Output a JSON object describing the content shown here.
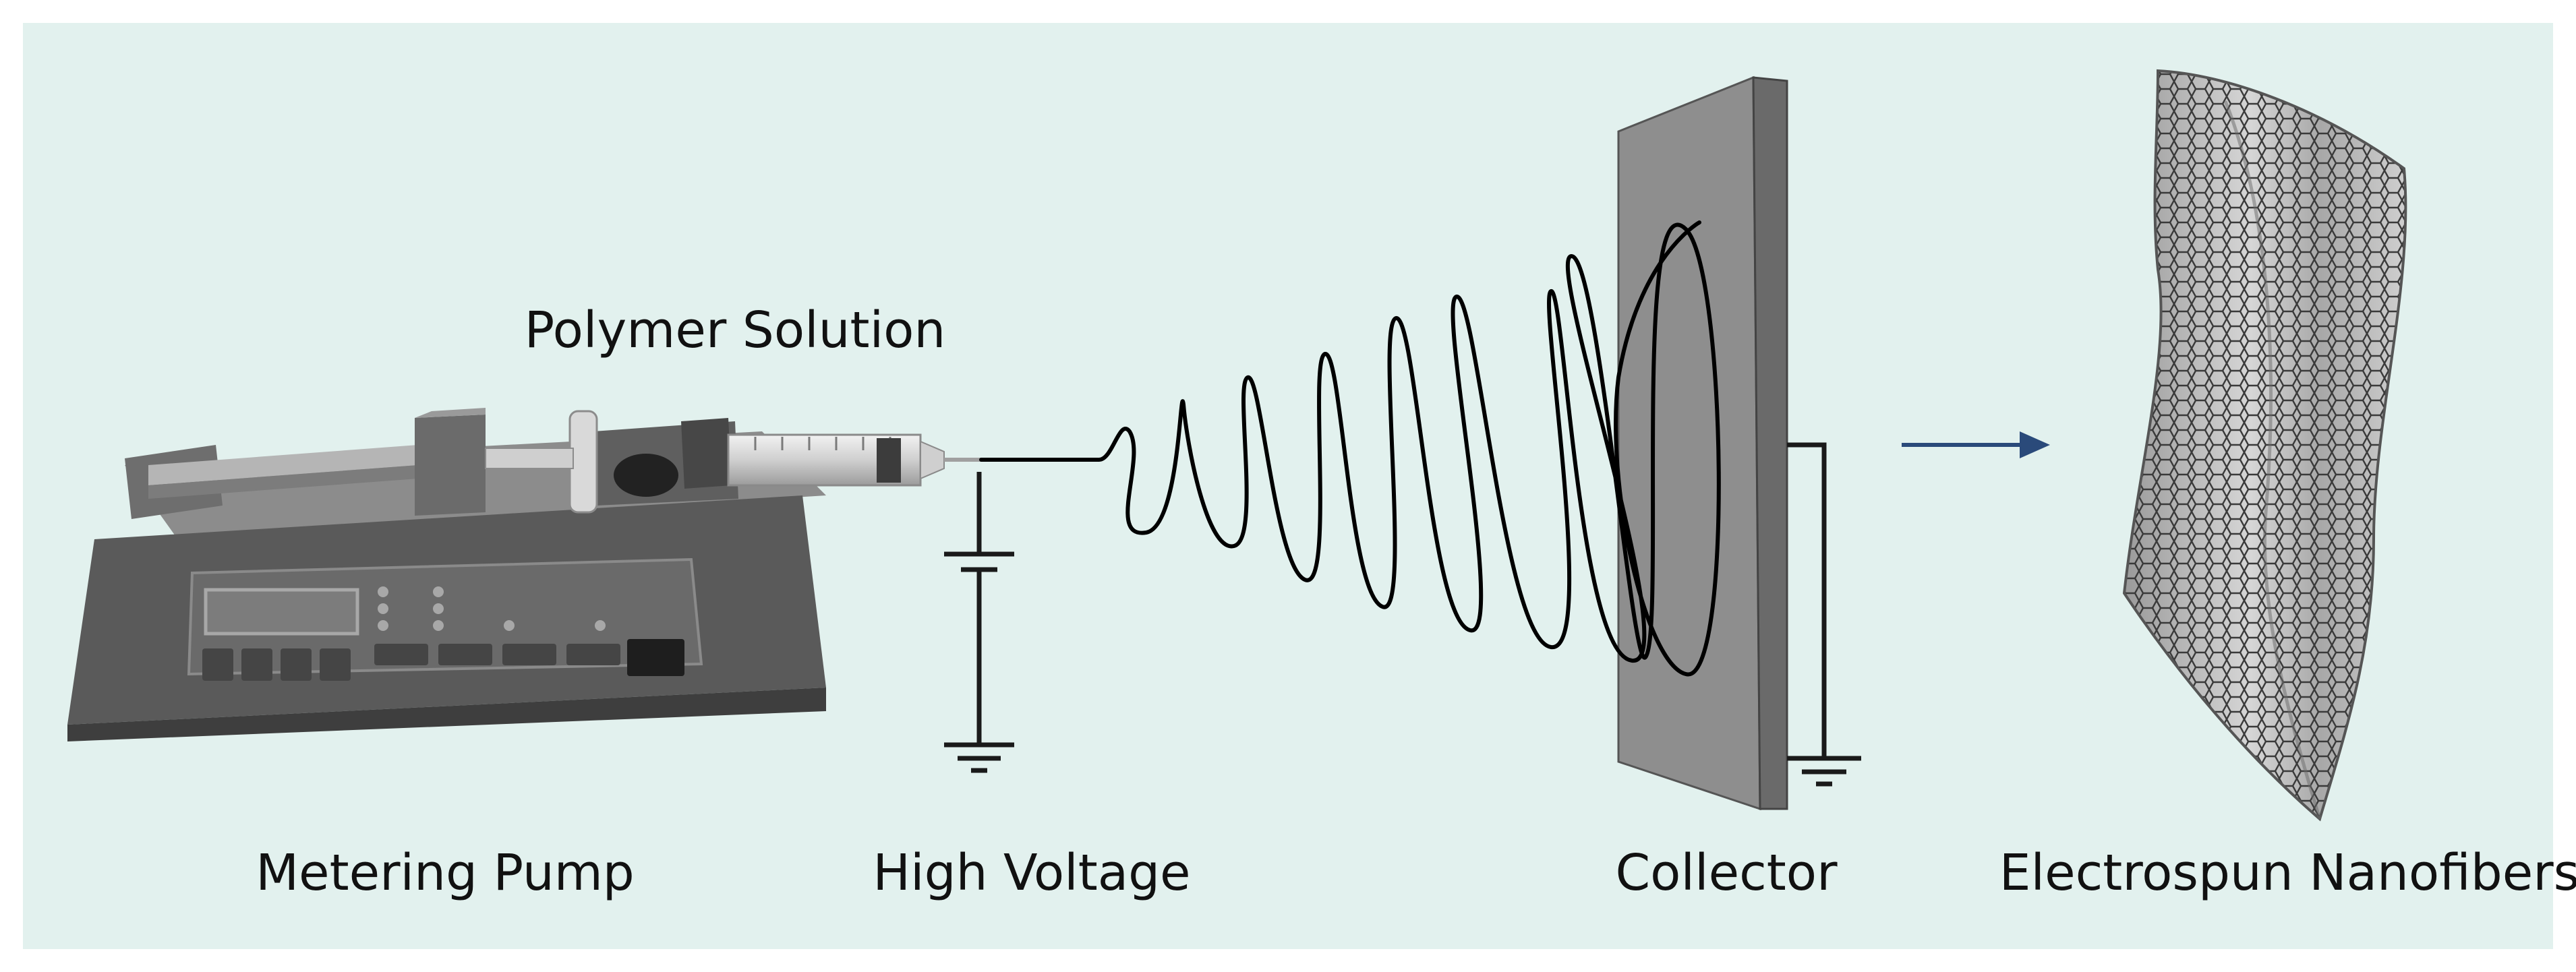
{
  "labels": {
    "polymer_solution": "Polymer Solution",
    "metering_pump": "Metering Pump",
    "high_voltage": "High Voltage",
    "collector": "Collector",
    "electrospun_nanofibers": "Electrospun Nanofibers"
  },
  "colors": {
    "background": "#e2f1ee",
    "pump_body": "#5b5b5b",
    "pump_top": "#868686",
    "collector_face": "#8e8e8e",
    "collector_side": "#6a6a6a",
    "fiber_line": "#000000",
    "arrow": "#2a4a7a",
    "mesh": "#3a3a3a"
  },
  "icons": {
    "pump": "syringe-pump-icon",
    "ground": "ground-symbol-icon",
    "battery": "battery-symbol-icon",
    "arrow": "arrow-right-icon"
  }
}
